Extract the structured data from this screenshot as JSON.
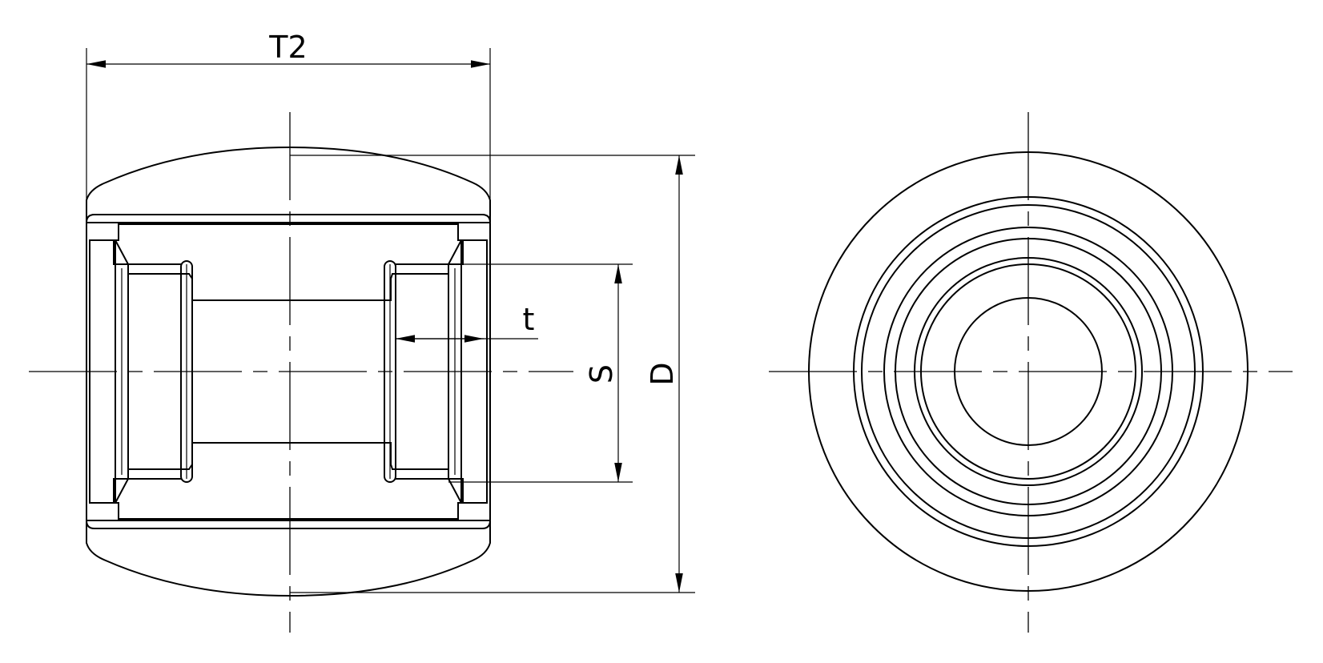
{
  "dimensions": {
    "width_label": "T2",
    "diameter_label": "D",
    "bore_label": "S",
    "depth_label": "t"
  },
  "colors": {
    "line": "#000000",
    "background": "#ffffff"
  }
}
